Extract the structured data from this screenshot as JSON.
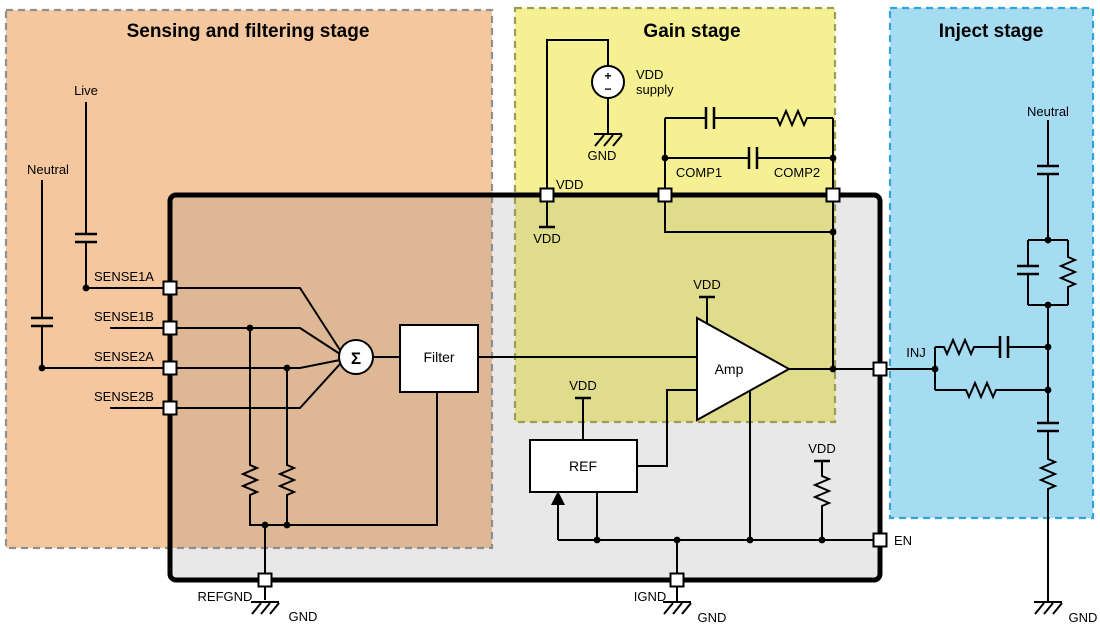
{
  "stages": {
    "sensing": {
      "title": "Sensing and filtering stage",
      "fill": "#f4c79f",
      "border": "#8f8f8f"
    },
    "gain": {
      "title": "Gain stage",
      "fill": "#f5f193",
      "border": "#9c9c52"
    },
    "inject": {
      "title": "Inject stage",
      "fill": "#a6dcf2",
      "border": "#31a5d8"
    }
  },
  "nets": {
    "live": "Live",
    "neutral": "Neutral",
    "vdd": "VDD",
    "gnd": "GND"
  },
  "supply": {
    "line1": "VDD",
    "line2": "supply",
    "plus": "+",
    "minus": "−"
  },
  "pins": {
    "sense1a": "SENSE1A",
    "sense1b": "SENSE1B",
    "sense2a": "SENSE2A",
    "sense2b": "SENSE2B",
    "vdd": "VDD",
    "comp1": "COMP1",
    "comp2": "COMP2",
    "inj": "INJ",
    "en": "EN",
    "refgnd": "REFGND",
    "ignd": "IGND"
  },
  "blocks": {
    "sigma": "Σ",
    "filter": "Filter",
    "amp": "Amp",
    "ref": "REF"
  },
  "colors": {
    "title": "#1f3864",
    "chip_fill_overlay": "rgba(99,99,99,0.15)",
    "chip_border": "#000000"
  }
}
